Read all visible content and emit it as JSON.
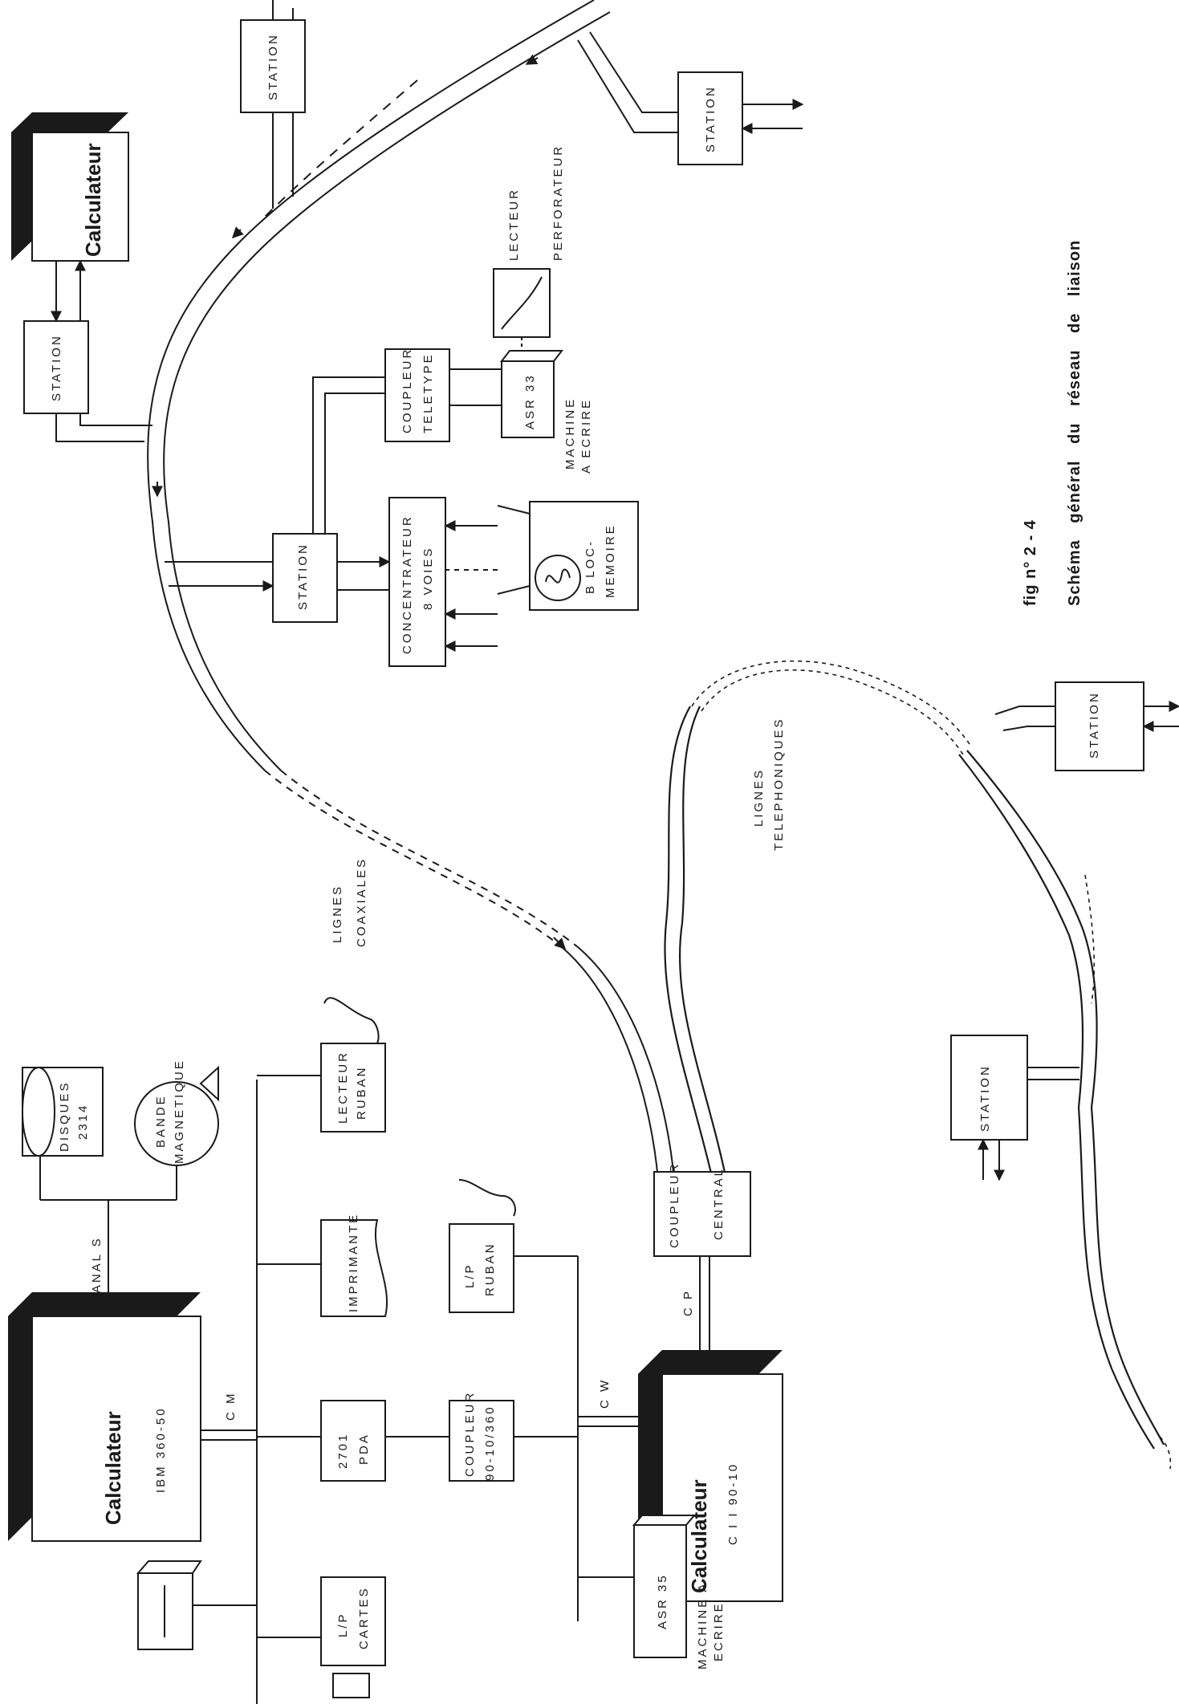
{
  "title": {
    "fig": "fig n° 2 - 4",
    "caption": "Schéma général du réseau de liaison"
  },
  "labels": {
    "coaxial": [
      "LIGNES",
      "COAXIALES"
    ],
    "telephone": [
      "LIGNES",
      "TELEPHONIQUES"
    ],
    "canals": "CANAL S",
    "cm": "C M",
    "cw": "C W",
    "cp": "C P"
  },
  "computers": {
    "ibm": {
      "title": "Calculateur",
      "model": "IBM 360-50"
    },
    "cii": {
      "title": "Calculateur",
      "model": "C I I 90-10"
    },
    "remote": {
      "title": "Calculateur"
    }
  },
  "peripherals": {
    "disques": [
      "DISQUES",
      "2314"
    ],
    "bande": [
      "BANDE",
      "MAGNETIQUE"
    ],
    "lecteur_ruban": [
      "LECTEUR",
      "RUBAN"
    ],
    "imprimante": "IMPRIMANTE",
    "pda": [
      "2701",
      "PDA"
    ],
    "lp_cartes": [
      "L/P",
      "CARTES"
    ],
    "lp_ruban": [
      "L/P",
      "RUBAN"
    ],
    "coupleur_9010": [
      "COUPLEUR",
      "90-10/360"
    ],
    "asr35": "ASR 35",
    "machine_a_ecrire_1": [
      "MACHINE A",
      "ECRIRE"
    ],
    "coupleur_central": [
      "COUPLEUR",
      "CENTRAL"
    ]
  },
  "network": {
    "concentrateur": [
      "CONCENTRATEUR",
      "8 VOIES"
    ],
    "bloc_memoire": [
      "B LOC-",
      "MEMOIRE"
    ],
    "coupleur_teletype": [
      "COUPLEUR",
      "TELETYPE"
    ],
    "asr33": "ASR 33",
    "machine_a_ecrire_2": [
      "MACHINE",
      "A ECRIRE"
    ],
    "lecteur_perforateur": [
      "LECTEUR",
      "PERFORATEUR"
    ],
    "station": "STATION"
  }
}
